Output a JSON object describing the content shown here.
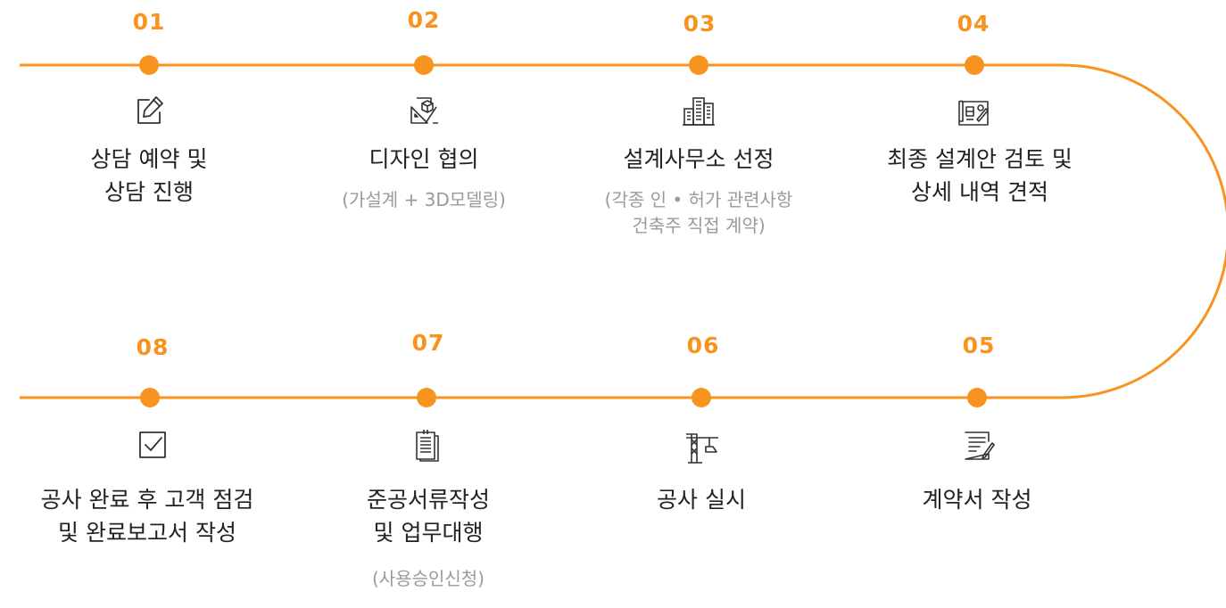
{
  "steps": [
    {
      "num": "01",
      "title": [
        "상담 예약 및",
        "상담 진행"
      ],
      "sub": [],
      "icon": "pencil-edit-icon"
    },
    {
      "num": "02",
      "title": [
        "디자인 협의"
      ],
      "sub": [
        "(가설계 + 3D모델링)"
      ],
      "icon": "design-drafting-icon"
    },
    {
      "num": "03",
      "title": [
        "설계사무소 선정"
      ],
      "sub": [
        "(각종 인 • 허가 관련사항",
        "건축주 직접 계약)"
      ],
      "icon": "buildings-icon"
    },
    {
      "num": "04",
      "title": [
        "최종 설계안 검토 및",
        "상세 내역 견적"
      ],
      "sub": [],
      "icon": "blueprint-icon"
    },
    {
      "num": "05",
      "title": [
        "계약서 작성"
      ],
      "sub": [],
      "icon": "contract-sign-icon"
    },
    {
      "num": "06",
      "title": [
        "공사 실시"
      ],
      "sub": [],
      "icon": "construction-crane-icon"
    },
    {
      "num": "07",
      "title": [
        "준공서류작성",
        "및 업무대행"
      ],
      "sub": [
        "(사용승인신청)"
      ],
      "icon": "document-stack-icon"
    },
    {
      "num": "08",
      "title": [
        "공사 완료 후 고객 점검",
        "및 완료보고서 작성"
      ],
      "sub": [],
      "icon": "checkbox-icon"
    }
  ],
  "colors": {
    "accent": "#f7931e",
    "text": "#222222",
    "muted": "#9a9a9a"
  }
}
